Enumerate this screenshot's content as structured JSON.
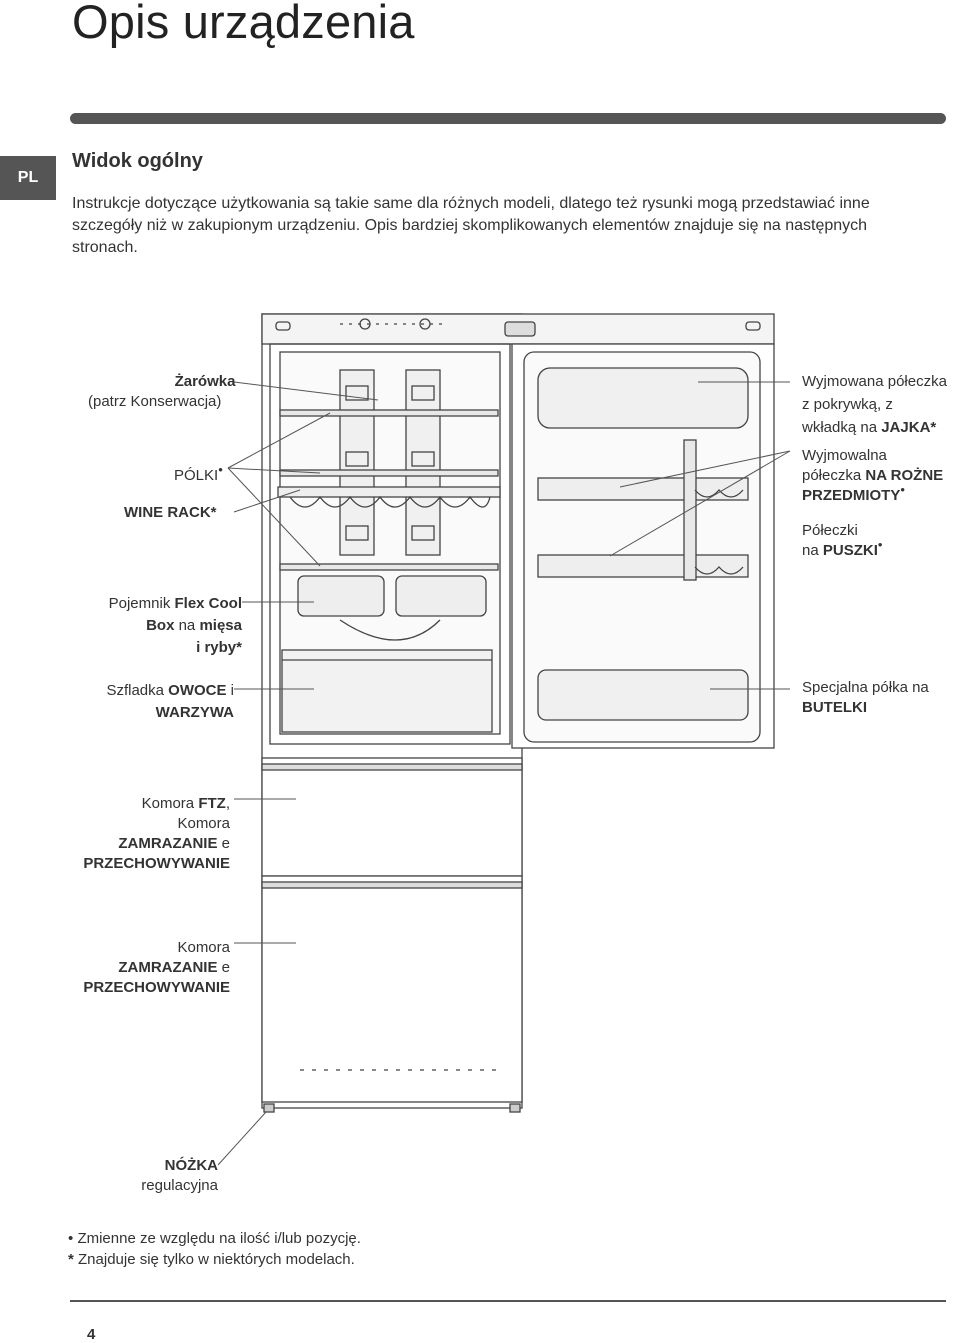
{
  "page": {
    "title": "Opis urządzenia",
    "lang": "PL",
    "section_title": "Widok ogólny",
    "intro": "Instrukcje dotyczące użytkowania są takie same dla różnych modeli, dlatego też rysunki mogą przedstawiać inne szczegóły niż w zakupionym urządzeniu. Opis bardziej skomplikowanych elementów znajduje się na następnych stronach.",
    "page_number": "4"
  },
  "labels": {
    "zarowka": "Żarówka",
    "zarowka_sub": "(patrz Konserwacja)",
    "polki": "PÓLKI",
    "wine_rack": "WINE RACK",
    "flex_pre": "Pojemnik ",
    "flex_bold1": "Flex Cool",
    "flex_bold2": "Box",
    "flex_mid": " na ",
    "flex_bold3": "mięsa",
    "flex_bold4": "i ryby",
    "szuf_pre": "Szfladka ",
    "szuf_bold1": "OWOCE",
    "szuf_mid": " i",
    "szuf_bold2": "WARZYWA",
    "ftz_pre": "Komora ",
    "ftz_bold": "FTZ",
    "ftz_comma": ",",
    "komora": "Komora",
    "zamr": "ZAMRAZANIE",
    "e": " e",
    "przech": "PRZECHOWYWANIE",
    "komora2": "Komora",
    "zamr2": "ZAMRAZANIE",
    "e2": " e",
    "przech2": "PRZECHOWYWANIE",
    "nozka": "NÓŻKA",
    "nozka_sub": "regulacyjna",
    "jajka_1": "Wyjmowana półeczka",
    "jajka_2": "z pokrywką, z",
    "jajka_3_pre": "wkładką na ",
    "jajka_3_bold": "JAJKA",
    "rozne_1": "Wyjmowalna",
    "rozne_2_pre": "półeczka ",
    "rozne_2_bold": "NA ROŻNE",
    "rozne_3_bold": "PRZEDMIOTY",
    "puszki_1": "Półeczki",
    "puszki_2_pre": "na ",
    "puszki_2_bold": "PUSZKI",
    "butelki_1": "Specjalna półka na",
    "butelki_2": "BUTELKI",
    "star": "*",
    "bullet": "•"
  },
  "notes": {
    "bullet_text": "Zmienne ze względu na ilość i/lub pozycję.",
    "star_text": "Znajduje się tylko w niektórych modelach."
  }
}
